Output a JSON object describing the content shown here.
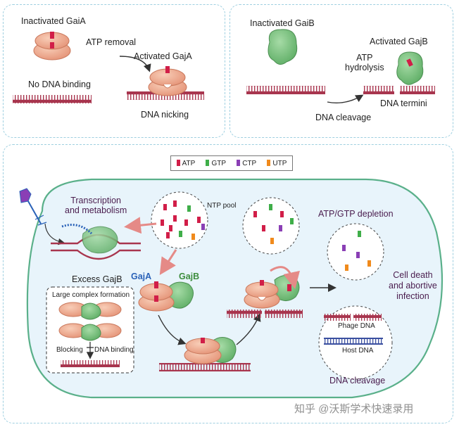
{
  "panel_a": {
    "inactivated": "Inactivated GaiA",
    "atp_removal": "ATP removal",
    "activated": "Activated GajA",
    "no_dna_binding": "No DNA binding",
    "dna_nicking": "DNA nicking"
  },
  "panel_b": {
    "inactivated": "Inactivated GaiB",
    "activated": "Activated GajB",
    "atp_hydrolysis": "ATP\nhydrolysis",
    "dna_termini": "DNA termini",
    "dna_cleavage": "DNA cleavage"
  },
  "legend": [
    {
      "label": "ATP",
      "color": "#d11e48"
    },
    {
      "label": "GTP",
      "color": "#3fae49"
    },
    {
      "label": "CTP",
      "color": "#8a3fb5"
    },
    {
      "label": "UTP",
      "color": "#f08a1c"
    }
  ],
  "panel_c": {
    "transcription": "Transcription\nand metabolism",
    "ntp_pool": "NTP pool",
    "atp_gtp_depletion": "ATP/GTP depletion",
    "gaja": "GajA",
    "gajb": "GajB",
    "excess_gajb": "Excess GajB",
    "large_complex": "Large complex formation",
    "blocking": "Blocking",
    "dna_binding": "DNA binding",
    "cell_death": "Cell death\nand abortive\ninfection",
    "phage_dna": "Phage DNA",
    "host_dna": "Host DNA",
    "dna_cleavage": "DNA cleavage"
  },
  "watermark": "知乎 @沃斯学术快速录用",
  "colors": {
    "gaja": "#efa98b",
    "gajb": "#7cc27f",
    "dna": "#a8354e",
    "cell": "#e8f4fb",
    "cell_border": "#5ab08a"
  }
}
